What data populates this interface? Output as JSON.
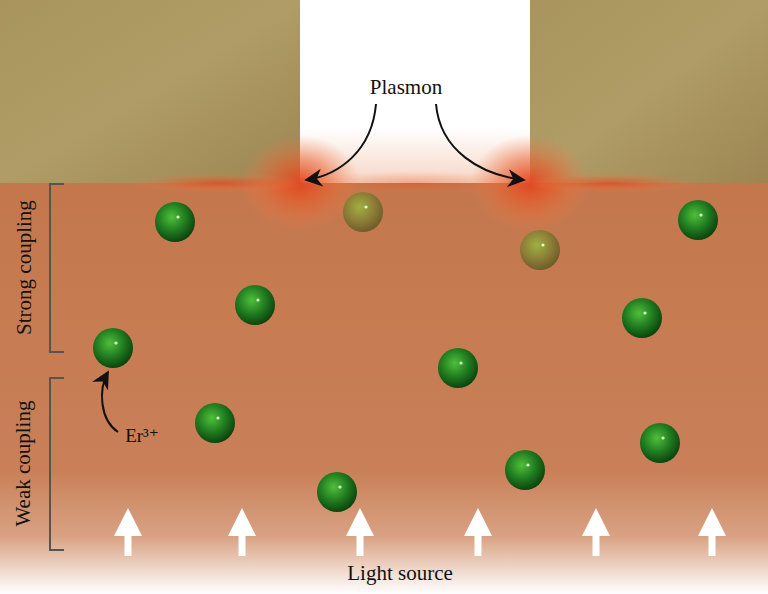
{
  "diagram": {
    "labels": [
      "Plasmon",
      "Strong coupling",
      "Weak coupling",
      "Er³⁺",
      "Light source"
    ]
  }
}
